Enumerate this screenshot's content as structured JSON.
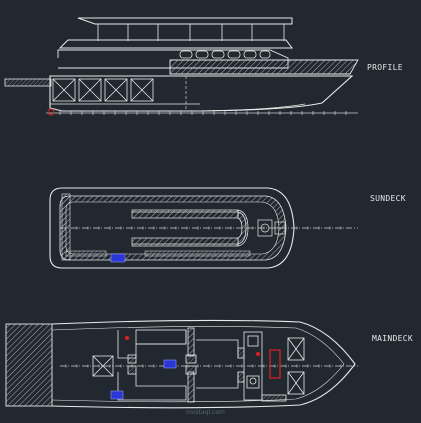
{
  "drawing": {
    "views": [
      {
        "id": "profile",
        "label": "PROFILE"
      },
      {
        "id": "sundeck",
        "label": "SUNDECK"
      },
      {
        "id": "maindeck",
        "label": "MAINDECK"
      }
    ],
    "watermark": "mostaql.com"
  },
  "colors": {
    "background": "#212830",
    "line": "#e9e9e9",
    "hatch": "#cfcfcf",
    "axis": "#cfcfcf",
    "accent_blue": "#2a36d6",
    "accent_red": "#e02020"
  }
}
